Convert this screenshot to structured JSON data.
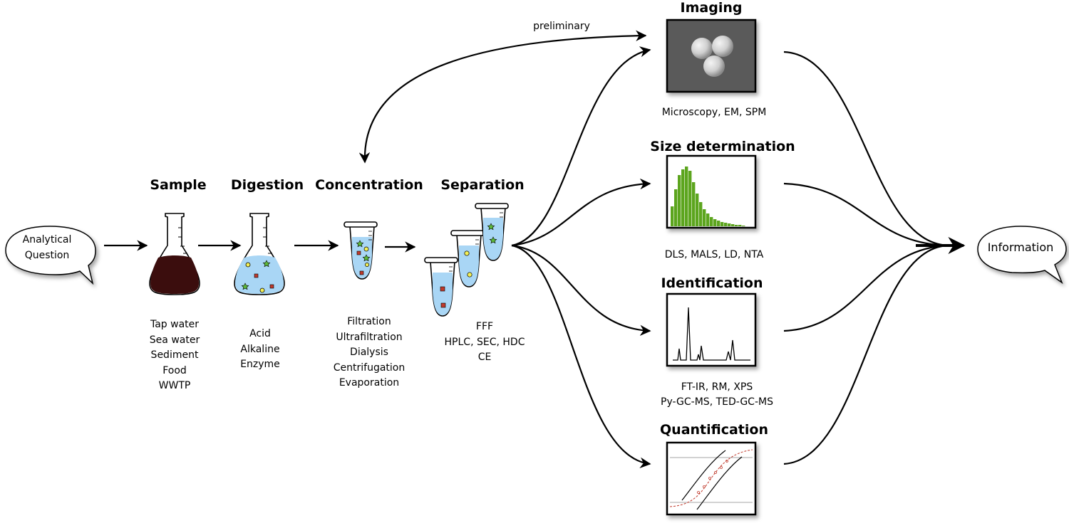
{
  "input_bubble": {
    "line1": "Analytical",
    "line2": "Question"
  },
  "output_bubble": {
    "label": "Information"
  },
  "steps": {
    "sample": {
      "title": "Sample",
      "items": [
        "Tap water",
        "Sea water",
        "Sediment",
        "Food",
        "WWTP"
      ]
    },
    "digestion": {
      "title": "Digestion",
      "items": [
        "Acid",
        "Alkaline",
        "Enzyme"
      ]
    },
    "concentration": {
      "title": "Concentration",
      "items": [
        "Filtration",
        "Ultrafiltration",
        "Dialysis",
        "Centrifugation",
        "Evaporation"
      ]
    },
    "separation": {
      "title": "Separation",
      "items": [
        "FFF",
        "HPLC, SEC, HDC",
        "CE"
      ]
    }
  },
  "preliminary_label": "preliminary",
  "analyses": {
    "imaging": {
      "title": "Imaging",
      "methods": [
        "Microscopy, EM, SPM"
      ]
    },
    "size": {
      "title": "Size determination",
      "methods": [
        "DLS, MALS, LD, NTA"
      ]
    },
    "identification": {
      "title": "Identification",
      "methods": [
        "FT-IR, RM, XPS",
        "Py-GC-MS, TED-GC-MS"
      ]
    },
    "quantification": {
      "title": "Quantification",
      "methods": []
    }
  },
  "colors": {
    "sample_liquid": "#3b0d0d",
    "water": "#a9d6f5",
    "particle_red": "#c0392b",
    "particle_yellow": "#f3ef56",
    "particle_green": "#5db83a",
    "histogram_bars": "#5ca51e",
    "imaging_bg": "#5a5a5a"
  },
  "icons": [
    "speech-bubble-icon",
    "erlenmeyer-flask-icon",
    "microcentrifuge-tube-icon",
    "sphere-icon"
  ]
}
